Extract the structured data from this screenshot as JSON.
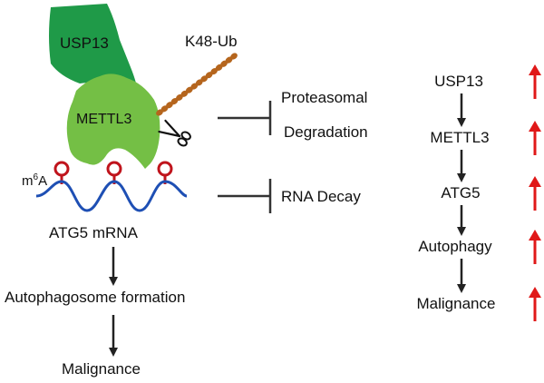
{
  "colors": {
    "usp13_fill": "#1f9a48",
    "mettl3_fill": "#74bf45",
    "ub_chain": "#b5651d",
    "m6a_marker": "#c0141c",
    "rna_strand": "#1e4fb4",
    "arrow": "#222222",
    "up_arrow": "#e01818"
  },
  "icons": {
    "scissors": "scissors-icon"
  },
  "labels": {
    "usp13": "USP13",
    "mettl3": "METTL3",
    "k48_ub": "K48-Ub",
    "m6a_base": "m",
    "m6a_sup": "6",
    "m6a_tail": "A",
    "atg5_mrna": "ATG5 mRNA",
    "proteasomal": "Proteasomal",
    "degradation": "Degradation",
    "rna_decay": "RNA Decay",
    "autophagosome": "Autophagosome formation",
    "malignance": "Malignance"
  },
  "pathway": {
    "steps": [
      "USP13",
      "METTL3",
      "ATG5",
      "Autophagy",
      "Malignance"
    ]
  }
}
